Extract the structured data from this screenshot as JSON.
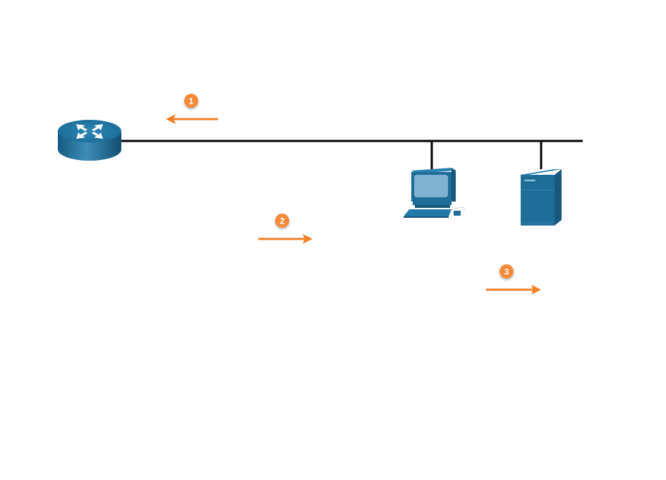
{
  "diagram": {
    "title": "",
    "devices": [
      {
        "id": "router",
        "type": "router",
        "label": ""
      },
      {
        "id": "pc",
        "type": "workstation",
        "label": ""
      },
      {
        "id": "server",
        "type": "server",
        "label": ""
      }
    ],
    "steps": [
      {
        "number": "1",
        "direction": "left"
      },
      {
        "number": "2",
        "direction": "right"
      },
      {
        "number": "3",
        "direction": "right"
      }
    ],
    "colors": {
      "accent": "#F58025",
      "device_blue": "#1F6E9A",
      "device_dark": "#17587C",
      "screen": "#7FB2D2",
      "line": "#000000"
    }
  }
}
